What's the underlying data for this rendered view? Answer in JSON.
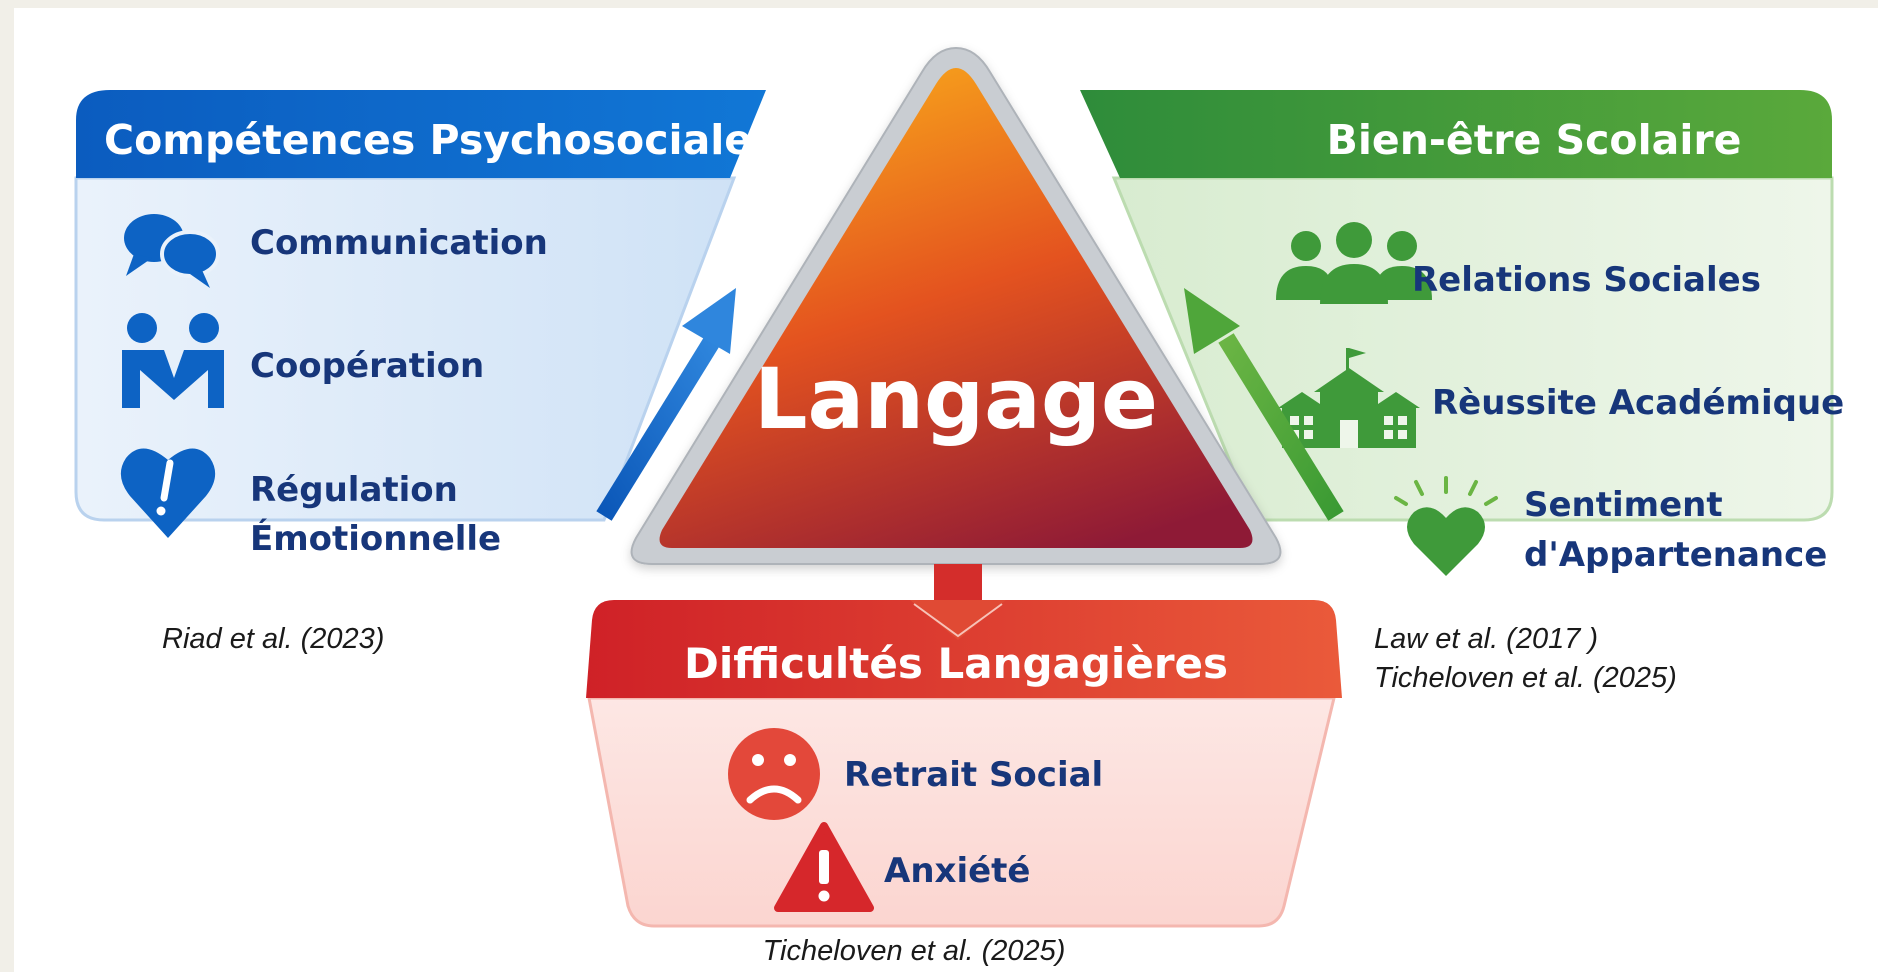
{
  "left_panel": {
    "title": "Compétences Psychosociales",
    "items": [
      {
        "icon": "speech-bubbles-icon",
        "label": "Communication"
      },
      {
        "icon": "handshake-people-icon",
        "label": "Coopération"
      },
      {
        "icon": "heart-exclamation-icon",
        "label_lines": [
          "Régulation",
          "Émotionnelle"
        ]
      }
    ],
    "citation": "Riad et al. (2023)",
    "color": "#0d63c4"
  },
  "center": {
    "title": "Langage",
    "gradient": [
      "#f7a21b",
      "#e4531f",
      "#8e1a36"
    ]
  },
  "right_panel": {
    "title": "Bien-être Scolaire",
    "items": [
      {
        "icon": "group-people-icon",
        "label": "Relations Sociales"
      },
      {
        "icon": "school-building-icon",
        "label": "Rèussite Académique"
      },
      {
        "icon": "glowing-heart-icon",
        "label_lines": [
          "Sentiment",
          "d'Appartenance"
        ]
      }
    ],
    "citation_lines": [
      "Law et al. (2017 )",
      "Ticheloven et al. (2025)"
    ],
    "color": "#3f9a3a"
  },
  "bottom_panel": {
    "title": "Difficultés Langagières",
    "items": [
      {
        "icon": "sad-face-icon",
        "label": "Retrait Social"
      },
      {
        "icon": "warning-triangle-icon",
        "label": "Anxiété"
      }
    ],
    "citation": "Ticheloven et al. (2025)",
    "color": "#d92d2d"
  }
}
